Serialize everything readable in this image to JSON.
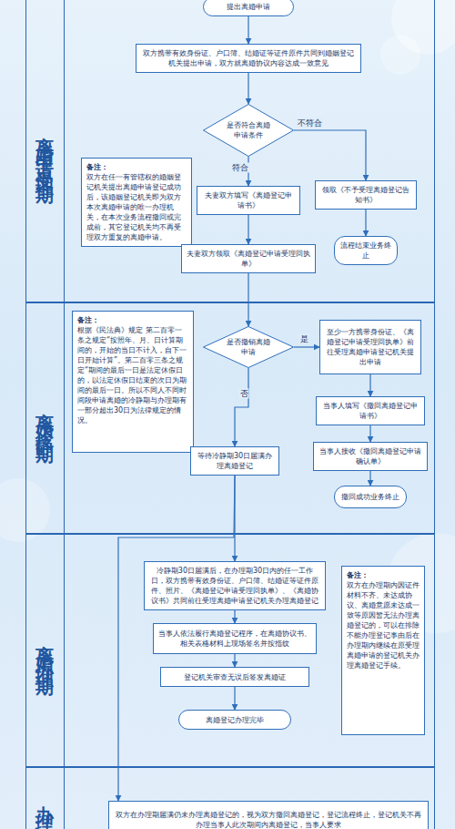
{
  "diagram": {
    "nodes": [
      {
        "text": [
          "离婚申请受理期"
        ]
      },
      {
        "text": [
          "提出离婚申请"
        ],
        "in": 0
      },
      {
        "text": [
          "双方携带有效身份证、户口簿、结婚证等证件原件共同到婚姻登记机关提出申请，双方就离婚协议内容达成一致意见"
        ],
        "in": 0
      },
      {
        "text": [
          "是否符合离婚申请条件"
        ],
        "in": 0
      },
      {
        "text": [
          "备注：",
          "双方在任一有管辖权的婚姻登记机关提出离婚申请登记成功后，该婚姻登记机关即为双方本次离婚申请的唯一办理机关，在本次业务流程撤回或完成前，其它登记机关均不再受理双方重复的离婚申请。"
        ],
        "in": 0
      },
      {
        "text": [
          "领取《不予受理离婚登记告知书》"
        ],
        "in": 0
      },
      {
        "text": [
          "夫妻双方填写《离婚登记申请书》"
        ],
        "in": 0
      },
      {
        "text": [
          "流程结束业务终止"
        ],
        "in": 0
      },
      {
        "text": [
          "夫妻双方领取《离婚登记申请受理回执单》"
        ],
        "in": 0
      },
      {
        "text": [
          "离婚冷静期"
        ]
      },
      {
        "text": [
          "备注：",
          "根据《民法典》规定 第二百零一条之规定“按照年、月、日计算期间的，开始的当日不计入，自下一日开始计算”。第二百零三条之规定“期间的最后一日是法定休假日的，以法定休假日结束的次日为期间的最后一日。所以不同人不同时间段申请离婚的冷静期与办理期有一部分超出30日为法律规定的情况。"
        ],
        "in": 9
      },
      {
        "text": [
          "是否撤销离婚申请"
        ],
        "in": 9
      },
      {
        "text": [
          "至少一方携带身份证、《离婚登记申请受理回执单》前往受理离婚申请登记机关提出申请"
        ],
        "in": 9
      },
      {
        "text": [
          "当事人填写《撤回离婚登记申请书》"
        ],
        "in": 9
      },
      {
        "text": [
          "等待冷静期30日届满办理离婚登记"
        ],
        "in": 9
      },
      {
        "text": [
          "当事人接收《撤回离婚登记申请确认单》"
        ],
        "in": 9
      },
      {
        "text": [
          "撤回成功业务终止"
        ],
        "in": 9
      },
      {
        "text": [
          "离婚办理期"
        ]
      },
      {
        "text": [
          "冷静期30日届满后，在办理期30日内的任一工作日，双方携带有效身份证、户口簿、结婚证等证件原件、照片、《离婚登记申请受理回执单》、《离婚协议书》共同前往受理离婚申请登记机关办理离婚登记"
        ],
        "in": 17
      },
      {
        "text": [
          "备注：",
          "双方在办理期内因证件材料不齐、未达成协议、离婚意愿未达成一致等原因暂无法办理离婚登记的，可以在排除不能办理登记事由后在办理期内继续在原受理离婚申请的登记机关办理离婚登记手续。"
        ],
        "in": 17
      },
      {
        "text": [
          "当事人依法履行离婚登记程序，在离婚协议书、相关表格材料上现场签名并按指纹"
        ],
        "in": 17
      },
      {
        "text": [
          "登记机关审查无误后签发离婚证"
        ],
        "in": 17
      },
      {
        "text": [
          "离婚登记办理完毕"
        ],
        "in": 17
      },
      {
        "text": [
          "办理"
        ]
      },
      {
        "text": [
          "双方在办理期届满仍未办理离婚登记的，视为双方撤回离婚登记，登记流程终止，登记机关不再办理当事人此次期间内离婚登记，当事人要求"
        ],
        "in": 23
      }
    ],
    "edges": [
      {
        "from": 1,
        "to": 2,
        "arrow": "to"
      },
      {
        "from": 2,
        "to": 3,
        "arrow": "to"
      },
      {
        "from": 3,
        "to": 5,
        "label": "不符合",
        "arrow": "to"
      },
      {
        "from": 5,
        "to": 7,
        "arrow": "to"
      },
      {
        "from": 3,
        "to": 6,
        "label": "符合",
        "arrow": "to"
      },
      {
        "from": 6,
        "to": 8,
        "arrow": "to"
      },
      {
        "from": 8,
        "to": 11,
        "arrow": "to"
      },
      {
        "from": 11,
        "to": 12,
        "label": "是",
        "arrow": "to"
      },
      {
        "from": 12,
        "to": 13,
        "arrow": "to"
      },
      {
        "from": 13,
        "to": 15,
        "arrow": "to"
      },
      {
        "from": 15,
        "to": 16,
        "arrow": "to"
      },
      {
        "from": 11,
        "to": 14,
        "label": "否",
        "arrow": "to"
      },
      {
        "from": 14,
        "to": 18,
        "arrow": "to"
      },
      {
        "from": 14,
        "to": 24,
        "arrow": "to"
      },
      {
        "from": 18,
        "to": 20,
        "arrow": "to"
      },
      {
        "from": 20,
        "to": 21,
        "arrow": "to"
      },
      {
        "from": 21,
        "to": 22,
        "arrow": "to"
      }
    ]
  }
}
